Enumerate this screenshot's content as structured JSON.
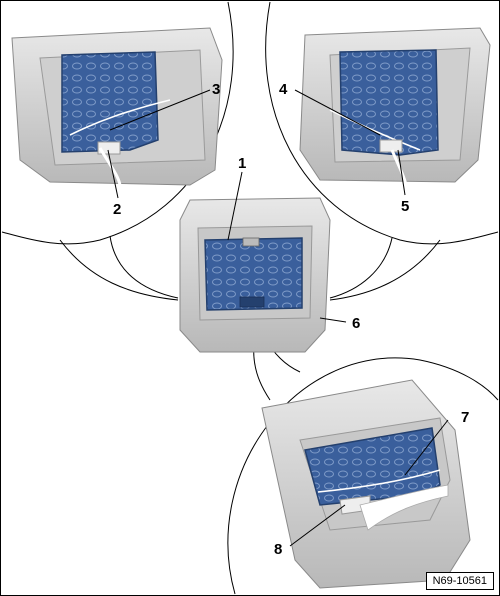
{
  "figure": {
    "reference_code": "N69-10561",
    "callouts": [
      {
        "id": "1",
        "label": "1"
      },
      {
        "id": "2",
        "label": "2"
      },
      {
        "id": "3",
        "label": "3"
      },
      {
        "id": "4",
        "label": "4"
      },
      {
        "id": "5",
        "label": "5"
      },
      {
        "id": "6",
        "label": "6"
      },
      {
        "id": "7",
        "label": "7"
      },
      {
        "id": "8",
        "label": "8"
      }
    ],
    "colors": {
      "seat_cushion": "#d9d9d9",
      "seat_shadow": "#a8a8a8",
      "heating_mat": "#3a5f9c",
      "heating_mat_dark": "#24406e",
      "line": "#000000"
    }
  }
}
